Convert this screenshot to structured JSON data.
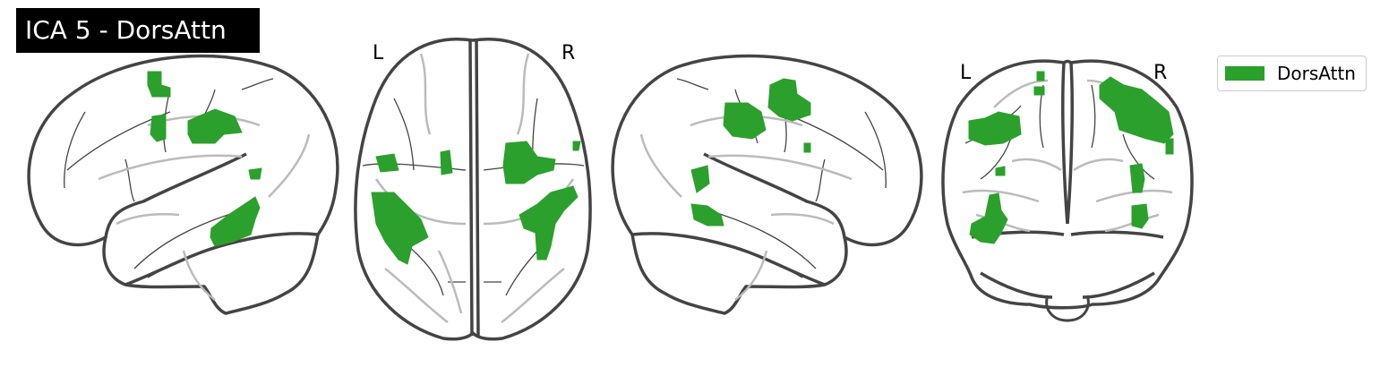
{
  "title": "ICA 5 - DorsAttn",
  "views": {
    "axial": {
      "left_label": "L",
      "right_label": "R"
    },
    "coronal": {
      "left_label": "L",
      "right_label": "R"
    }
  },
  "legend": {
    "label": "DorsAttn"
  },
  "colors": {
    "activation": "#2ca02c",
    "outline": "#444444",
    "sulci": "#bbbbbb",
    "title_bg": "#000000",
    "title_text": "#ffffff"
  }
}
